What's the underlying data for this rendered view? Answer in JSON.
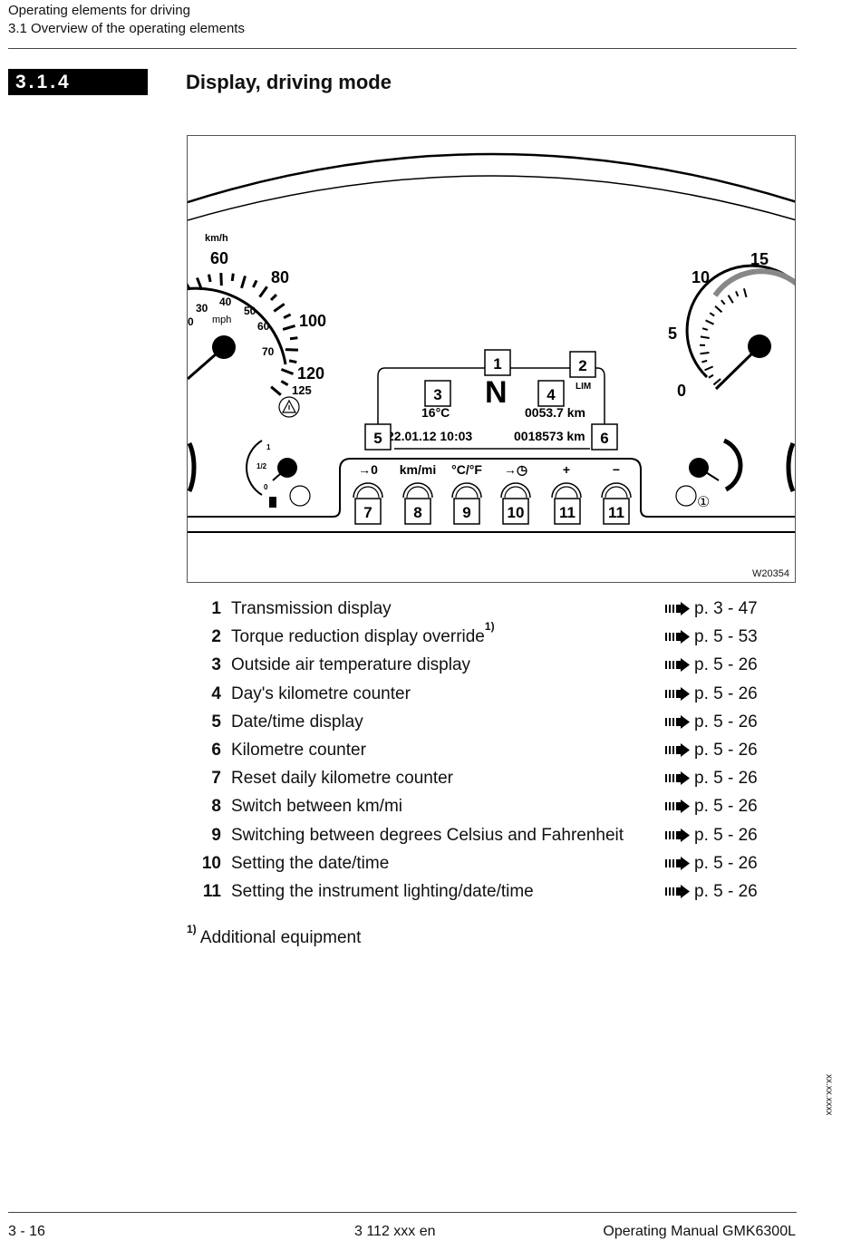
{
  "header": {
    "line1": "Operating elements for driving",
    "line2": "3.1 Overview of the operating elements"
  },
  "section": {
    "number": "3.1.4",
    "title": "Display, driving mode"
  },
  "figure": {
    "code": "W20354",
    "speedo": {
      "unit_kmh": "km/h",
      "unit_mph": "mph",
      "kmh_labels": [
        "60",
        "80",
        "100",
        "120"
      ],
      "mph_labels": [
        "0",
        "30",
        "40",
        "50",
        "60",
        "70",
        "125"
      ]
    },
    "tacho": {
      "labels": [
        "0",
        "5",
        "10",
        "15"
      ]
    },
    "fuel": {
      "labels": [
        "1",
        "1/2",
        "0"
      ]
    },
    "screen": {
      "gear": "N",
      "temp": "16°C",
      "trip": "0053.7 km",
      "datetime": "22.01.12  10:03",
      "odometer": "0018573 km",
      "lim": "LIM"
    },
    "button_labels": [
      "→0",
      "km/mi",
      "°C/°F",
      "→◷",
      "+",
      "−"
    ],
    "callouts": [
      "1",
      "2",
      "3",
      "4",
      "5",
      "6",
      "7",
      "8",
      "9",
      "10",
      "11",
      "11"
    ],
    "lamp_label": "①"
  },
  "legend": [
    {
      "num": "1",
      "label": "Transmission display",
      "page": "p. 3 - 47"
    },
    {
      "num": "2",
      "label": "Torque reduction display override",
      "sup": "1)",
      "page": "p. 5 - 53"
    },
    {
      "num": "3",
      "label": "Outside air temperature display",
      "page": "p. 5 - 26"
    },
    {
      "num": "4",
      "label": "Day's kilometre counter",
      "page": "p. 5 - 26"
    },
    {
      "num": "5",
      "label": "Date/time display",
      "page": "p. 5 - 26"
    },
    {
      "num": "6",
      "label": "Kilometre counter",
      "page": "p. 5 - 26"
    },
    {
      "num": "7",
      "label": "Reset daily kilometre counter",
      "page": "p. 5 - 26"
    },
    {
      "num": "8",
      "label": "Switch between km/mi",
      "page": "p. 5 - 26"
    },
    {
      "num": "9",
      "label": "Switching between degrees Celsius and Fahrenheit",
      "page": "p. 5 - 26"
    },
    {
      "num": "10",
      "label": "Setting the date/time",
      "page": "p. 5 - 26"
    },
    {
      "num": "11",
      "label": "Setting the instrument lighting/date/time",
      "page": "p. 5 - 26"
    }
  ],
  "footnote": {
    "mark": "1)",
    "text": "Additional equipment"
  },
  "side_code": "xx.xx.xxxx",
  "footer": {
    "page": "3 - 16",
    "docnum": "3 112 xxx en",
    "manual": "Operating Manual GMK6300L"
  }
}
